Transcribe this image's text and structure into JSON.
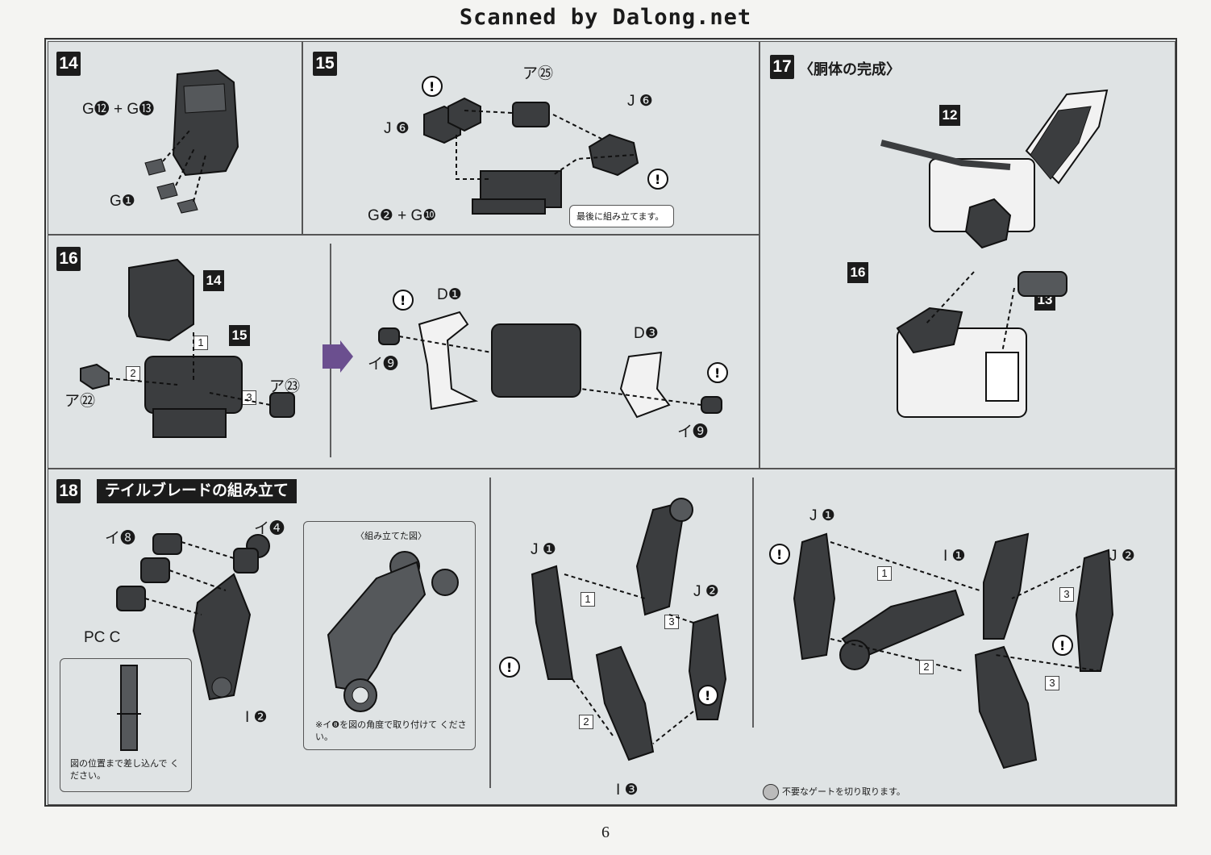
{
  "header": "Scanned by Dalong.net",
  "page_number": "6",
  "steps": {
    "s14": {
      "num": "14",
      "label_top": "G⓬ + G⓭",
      "label_part": "G❶"
    },
    "s15": {
      "num": "15",
      "label_a": "ア㉕",
      "label_j_left": "J ❻",
      "label_j_right": "J ❻",
      "label_g": "G❷ + G❿",
      "note": "最後に組み立てます。"
    },
    "s16": {
      "num": "16",
      "tag14": "14",
      "tag15": "15",
      "a22": "ア㉒",
      "a23": "ア㉓",
      "d1": "D❶",
      "d3": "D❸",
      "i9a": "イ❾",
      "i9b": "イ❾",
      "st1": "1",
      "st2": "2",
      "st3": "3"
    },
    "s17": {
      "num": "17",
      "title": "〈胴体の完成〉",
      "tag12": "12",
      "tag13": "13",
      "tag16": "16"
    },
    "s18": {
      "num": "18",
      "title": "テイルブレードの組み立て",
      "i8": "イ❽",
      "i4": "イ❹",
      "pcc": "PC C",
      "i2": "I ❷",
      "box_title": "〈組み立てた図〉",
      "box_note": "※イ❽を図の角度で取り付けて ください。",
      "inset_note": "図の位置まで差し込んで ください。",
      "j1a": "J ❶",
      "j2a": "J ❷",
      "i3": "I ❸",
      "j1b": "J ❶",
      "i1": "I ❶",
      "j2b": "J ❷",
      "gate_note": "不要なゲートを切り取ります。",
      "st1": "1",
      "st2": "2",
      "st3": "3"
    }
  },
  "colors": {
    "panel_bg": "#dfe3e4",
    "part_dark": "#3b3d3f",
    "part_light": "#f2f2f2"
  }
}
